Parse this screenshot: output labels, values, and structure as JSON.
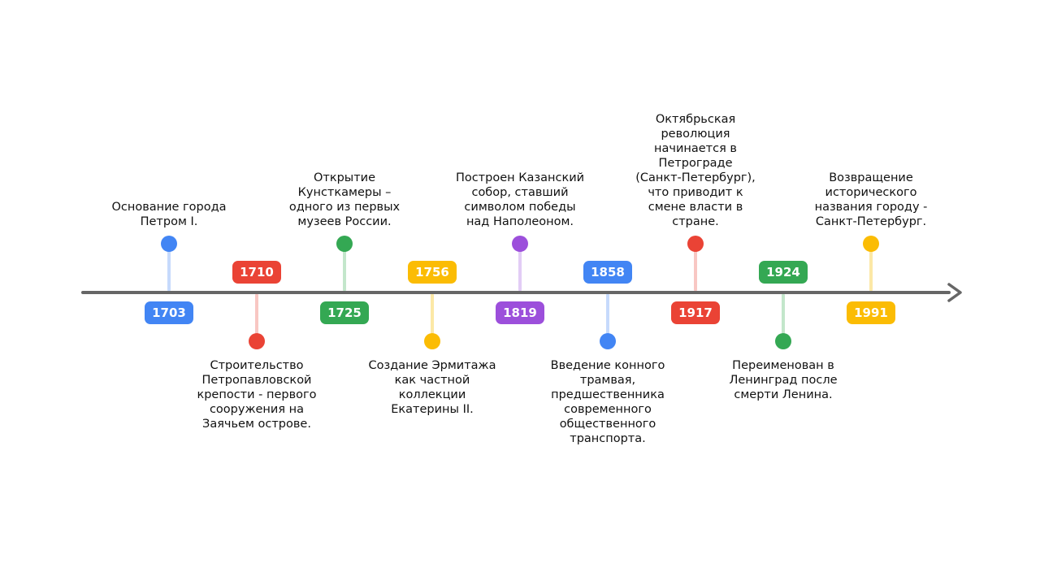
{
  "events": [
    {
      "year": "1703",
      "text": "Основание города Петром I.",
      "lines": [
        "Основание города",
        "Петром I."
      ],
      "side": "up",
      "color": "#4285F4",
      "stem_color": "#C6DAFC"
    },
    {
      "year": "1710",
      "text": "Строительство Петропавловской крепости - первого сооружения на Заячьем острове.",
      "lines": [
        "Строительство",
        "Петропавловской",
        "крепости - первого",
        "сооружения на",
        "Заячьем острове."
      ],
      "side": "down",
      "color": "#EA4335",
      "stem_color": "#F8C7C3"
    },
    {
      "year": "1725",
      "text": "Открытие Кунсткамеры – одного из первых музеев России.",
      "lines": [
        "Открытие",
        "Кунсткамеры –",
        "одного из первых",
        "музеев России."
      ],
      "side": "up",
      "color": "#34A853",
      "stem_color": "#C3E6CB"
    },
    {
      "year": "1756",
      "text": "Создание Эрмитажа как частной коллекции Екатерины II.",
      "lines": [
        "Создание Эрмитажа",
        "как частной",
        "коллекции",
        "Екатерины II."
      ],
      "side": "down",
      "color": "#FBBC04",
      "stem_color": "#FCE8A6"
    },
    {
      "year": "1819",
      "text": "Построен Казанский собор, ставший символом победы над Наполеоном.",
      "lines": [
        "Построен Казанский",
        "собор, ставший",
        "символом победы",
        "над Наполеоном."
      ],
      "side": "up",
      "color": "#9C4FDB",
      "stem_color": "#E2CCF5"
    },
    {
      "year": "1858",
      "text": "Введение конного трамвая, предшественника современного общественного транспорта.",
      "lines": [
        "Введение конного",
        "трамвая,",
        "предшественника",
        "современного",
        "общественного",
        "транспорта."
      ],
      "side": "down",
      "color": "#4285F4",
      "stem_color": "#C6DAFC"
    },
    {
      "year": "1917",
      "text": "Октябрьская революция начинается в Петрограде (Санкт-Петербург), что приводит к смене власти в стране.",
      "lines": [
        "Октябрьская",
        "революция",
        "начинается в",
        "Петрограде",
        "(Санкт-Петербург),",
        "что приводит к",
        "смене власти в",
        "стране."
      ],
      "side": "up",
      "color": "#EA4335",
      "stem_color": "#F8C7C3"
    },
    {
      "year": "1924",
      "text": "Переименован в Ленинград после смерти Ленина.",
      "lines": [
        "Переименован в",
        "Ленинград после",
        "смерти Ленина."
      ],
      "side": "down",
      "color": "#34A853",
      "stem_color": "#C3E6CB"
    },
    {
      "year": "1991",
      "text": "Возвращение исторического названия городу - Санкт-Петербург.",
      "lines": [
        "Возвращение",
        "исторического",
        "названия городу -",
        "Санкт-Петербург."
      ],
      "side": "up",
      "color": "#FBBC04",
      "stem_color": "#FCE8A6"
    }
  ],
  "colors": {
    "axis": "#666666",
    "text": "#111111",
    "badge_text": "#FFFFFF"
  }
}
